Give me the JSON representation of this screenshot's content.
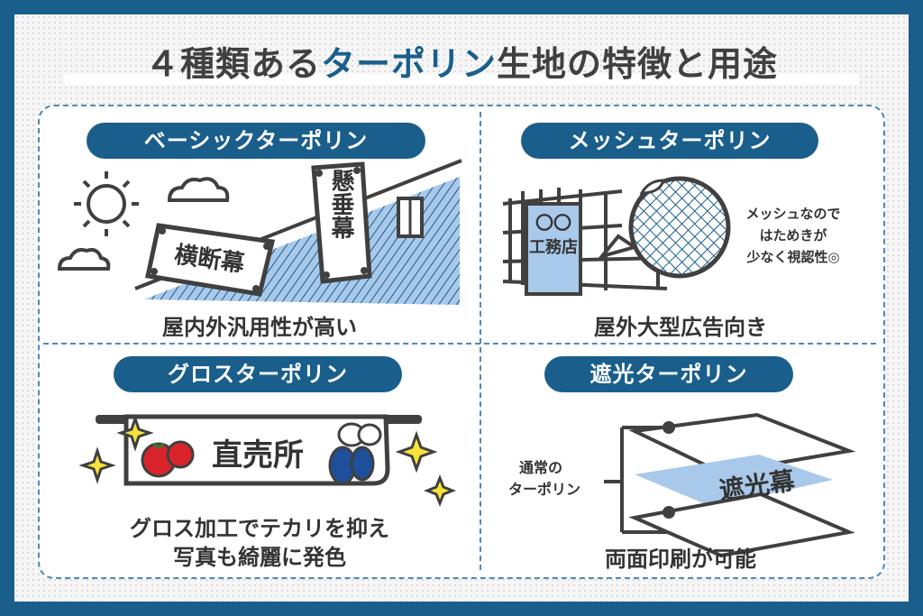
{
  "title": {
    "part1": "４種類ある",
    "part2": "ターポリン",
    "part3": "生地の特徴と用途"
  },
  "panels": {
    "basic": {
      "label": "ベーシックターポリン",
      "banner1": "横断幕",
      "banner2": "懸垂幕",
      "caption": "屋内外汎用性が高い"
    },
    "mesh": {
      "label": "メッシュターポリン",
      "sign_top": "〇〇",
      "sign_bottom": "工務店",
      "note_line1": "メッシュなので",
      "note_line2": "はためきが",
      "note_line3": "少なく視認性◎",
      "caption": "屋外大型広告向き"
    },
    "gloss": {
      "label": "グロスターポリン",
      "banner": "直売所",
      "caption_line1": "グロス加工でテカリを抑え",
      "caption_line2": "写真も綺麗に発色"
    },
    "blackout": {
      "label": "遮光ターポリン",
      "side_label_line1": "通常の",
      "side_label_line2": "ターポリン",
      "sheet_label": "遮光幕",
      "caption": "両面印刷が可能"
    }
  },
  "colors": {
    "brand_blue": "#1a5e8c",
    "light_blue": "#a9c9ea",
    "text_dark": "#333333",
    "sparkle_yellow": "#f7e33a",
    "tomato_red": "#d8232a",
    "eggplant_blue": "#1e4f9b"
  },
  "icons": [
    "sun-icon",
    "cloud-icon",
    "tomato-icon",
    "eggplant-icon",
    "sparkle-icon",
    "potato-icon"
  ]
}
